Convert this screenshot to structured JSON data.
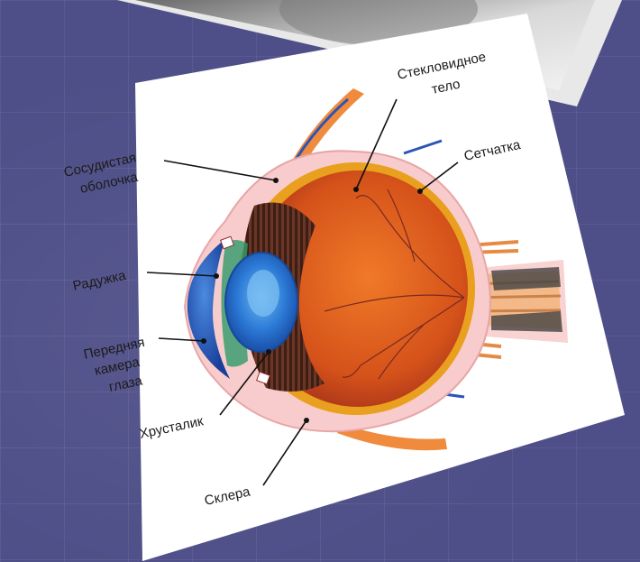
{
  "labels": {
    "vitreous_line1": "Стекловидное",
    "vitreous_line2": "тело",
    "retina": "Сетчатка",
    "choroid_line1": "Сосудистая",
    "choroid_line2": "оболочка",
    "iris": "Радужка",
    "anterior_line1": "Передняя",
    "anterior_line2": "камера",
    "anterior_line3": "глаза",
    "lens": "Хрусталик",
    "sclera": "Склера"
  },
  "colors": {
    "background": "#4e4e88",
    "card": "#ffffff",
    "sclera": "#f6c9c9",
    "choroid": "#e59a18",
    "vitreous": "#d8581a",
    "iris_blue": "#1d59c8",
    "ciliary": "#4a2618",
    "nerve": "#f4b06a"
  }
}
